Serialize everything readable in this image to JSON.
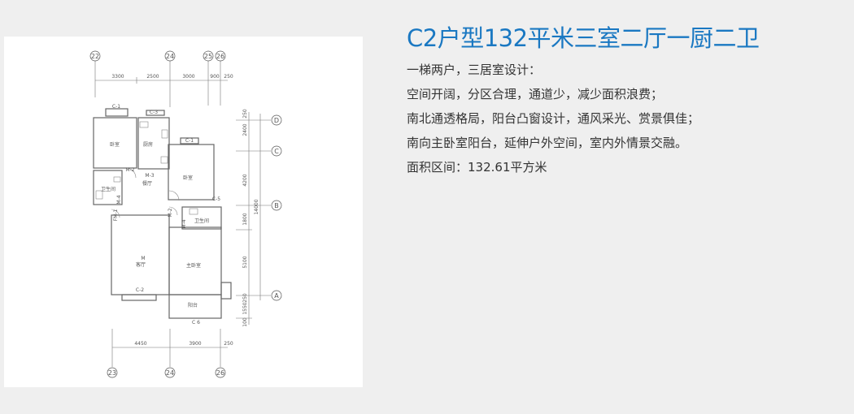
{
  "title": "C2户型132平米三室二厅一厨二卫",
  "description": [
    "一梯两户，三居室设计：",
    "空间开阔，分区合理，通道少，减少面积浪费；",
    "南北通透格局，阳台凸窗设计，通风采光、赏景俱佳；",
    "南向主卧室阳台，延伸户外空间，室内外情景交融。",
    "面积区间：132.61平方米"
  ],
  "floor_plan": {
    "axes_top": [
      "22",
      "24",
      "25",
      "26"
    ],
    "axes_bottom": [
      "23",
      "24",
      "26"
    ],
    "axes_right": [
      "D",
      "C",
      "B",
      "A"
    ],
    "dims_top": [
      "3300",
      "2500",
      "3000",
      "900",
      "250"
    ],
    "dims_bottom": [
      "4450",
      "3900",
      "250"
    ],
    "dims_right": [
      "250",
      "2400",
      "4200",
      "1800",
      "5100",
      "250",
      "1550",
      "100"
    ],
    "dim_total": "14000",
    "rooms": {
      "bedroom_nw": "卧室",
      "kitchen": "厨房",
      "dining": "餐厅",
      "bedroom_ne": "卧室",
      "bath_w": "卫生间",
      "bath_e": "卫生间",
      "living": "客厅",
      "master": "主卧室",
      "balcony": "阳台"
    },
    "tags": {
      "c1a": "C-1",
      "c3": "C-3",
      "c1b": "C-1",
      "c5": "C-5",
      "c2": "C-2",
      "c6": "C 6",
      "m2a": "M-2",
      "m3": "M-3",
      "m4a": "M-4",
      "fm1": "FM-1",
      "m2b": "M-2",
      "m4b": "M-4",
      "m": "M"
    }
  }
}
